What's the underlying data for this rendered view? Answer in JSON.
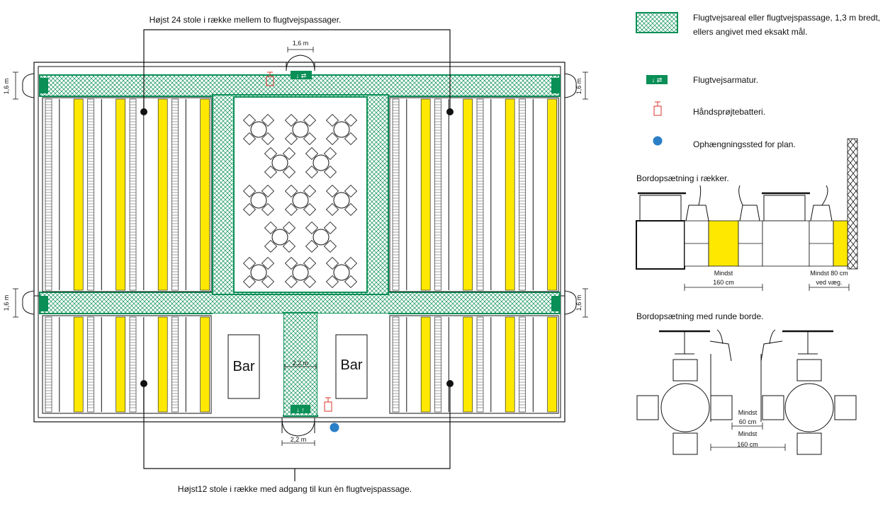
{
  "colors": {
    "escape_green": "#0a8f57",
    "hatch": "#0a8f57",
    "seat_yellow": "#ffe800",
    "extinguisher_red": "#d9342b",
    "mount_blue": "#2a7fc6",
    "line": "#111111"
  },
  "icons": {
    "escape_sign": "exit-sign-icon",
    "extinguisher": "fire-extinguisher-icon",
    "plan_location": "blue-dot-icon"
  },
  "annotations": {
    "top_note": "Højst 24 stole i række mellem to flugtvejspassager.",
    "bottom_note": "Højst12 stole i række med adgang til kun èn flugtvejspassage.",
    "dim_top_door": "1,6 m",
    "dim_left_upper": "1,6 m",
    "dim_left_lower": "1,6 m",
    "dim_right_upper": "1,6 m",
    "dim_right_lower": "1,6 m",
    "dim_mid_passage": "2,2 m",
    "dim_bottom_door": "2,2 m",
    "bar_left": "Bar",
    "bar_right": "Bar"
  },
  "legend": {
    "area_line1": "Flugtvejsareal eller flugtvejspassage, 1,3 m bredt,",
    "area_line2": "ellers angivet med eksakt mål.",
    "armature": "Flugtvejsarmatur.",
    "extinguisher": "Håndsprøjtebatteri.",
    "mount": "Ophængningssted for plan."
  },
  "row_detail": {
    "title": "Bordopsætning i rækker.",
    "min1_line1": "Mindst",
    "min1_line2": "160 cm",
    "min2_line1": "Mindst 80 cm",
    "min2_line2": "ved væg."
  },
  "round_detail": {
    "title": "Bordopsætning med runde borde.",
    "min1_line1": "Mindst",
    "min1_line2": "60 cm",
    "min2_line1": "Mindst",
    "min2_line2": "160 cm"
  }
}
